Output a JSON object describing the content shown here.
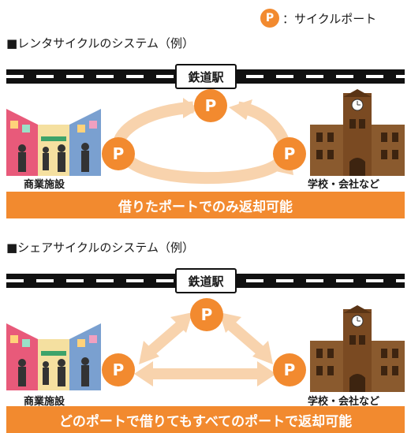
{
  "legend": {
    "symbol": "P",
    "text": "：サイクルポート"
  },
  "sections": [
    {
      "heading": "■レンタサイクルのシステム（例）",
      "station": "鉄道駅",
      "port_symbol": "P",
      "left_label": "商業施設",
      "right_label": "学校・会社など",
      "banner": "借りたポートでのみ返却可能"
    },
    {
      "heading": "■シェアサイクルのシステム（例）",
      "station": "鉄道駅",
      "port_symbol": "P",
      "left_label": "商業施設",
      "right_label": "学校・会社など",
      "banner": "どのポートで借りてもすべてのポートで返却可能"
    }
  ],
  "colors": {
    "accent": "#f28a2f",
    "arrow": "#f8d3ad",
    "track": "#111111"
  },
  "icons": {
    "left": "shopping-street-illustration",
    "right": "clock-tower-building-illustration"
  }
}
